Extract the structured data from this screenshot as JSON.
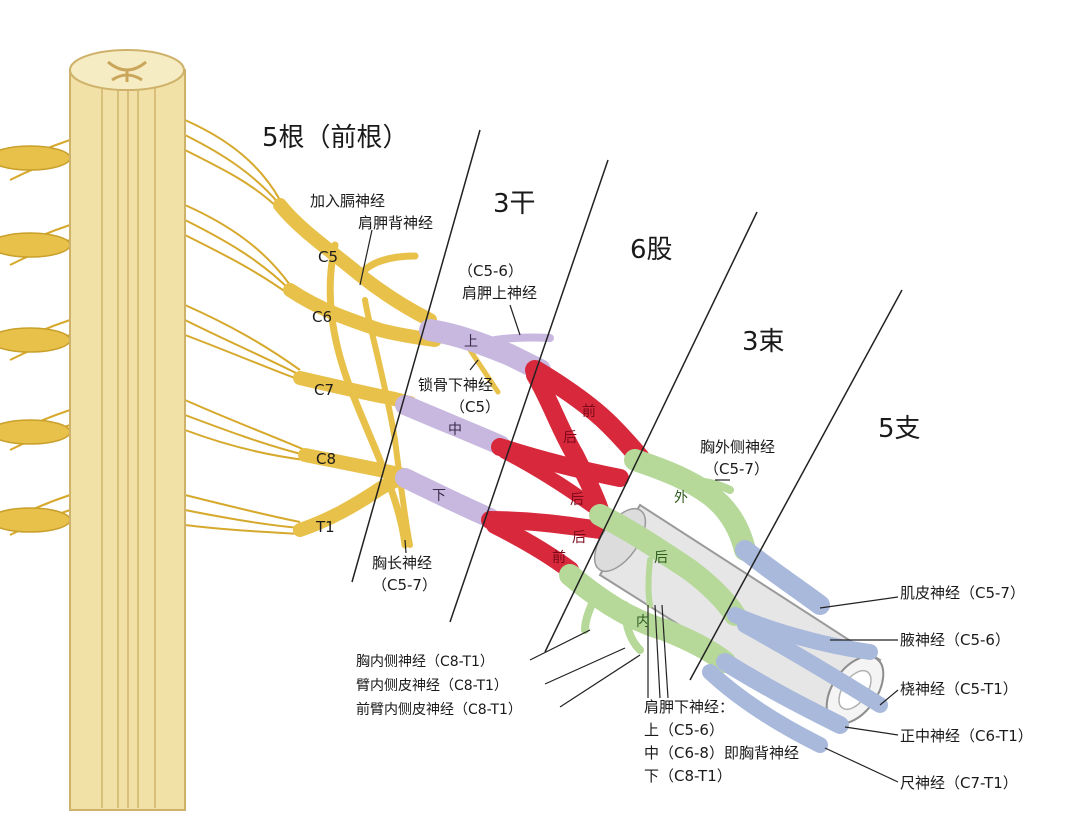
{
  "regions": {
    "roots": "5根（前根）",
    "trunks": "3干",
    "divisions": "6股",
    "cords": "3束",
    "branches": "5支"
  },
  "roots": [
    "C5",
    "C6",
    "C7",
    "C8",
    "T1"
  ],
  "trunks": {
    "upper": "上",
    "middle": "中",
    "lower": "下"
  },
  "divisions": {
    "anterior_1": "前",
    "posterior_1": "后",
    "posterior_2": "后",
    "posterior_3": "后",
    "anterior_3": "前"
  },
  "cords": {
    "lateral": "外",
    "posterior": "后",
    "medial": "内"
  },
  "labels": {
    "phrenic_join": "加入膈神经",
    "dorsal_scapular": "肩胛背神经",
    "suprascapular_seg": "（C5-6）",
    "suprascapular": "肩胛上神经",
    "subclavian": "锁骨下神经",
    "subclavian_seg": "（C5）",
    "long_thoracic": "胸长神经",
    "long_thoracic_seg": "（C5-7）",
    "lateral_pectoral": "胸外侧神经",
    "lateral_pectoral_seg": "（C5-7）",
    "medial_pectoral": "胸内侧神经（C8-T1）",
    "medial_brachial_cut": "臂内侧皮神经（C8-T1）",
    "medial_antebrachial_cut": "前臂内侧皮神经（C8-T1）",
    "subscapular_title": "肩胛下神经：",
    "subscapular_upper": "上（C5-6）",
    "subscapular_middle": "中（C6-8）即胸背神经",
    "subscapular_lower": "下（C8-T1）",
    "musculocutaneous": "肌皮神经（C5-7）",
    "axillary": "腋神经（C5-6）",
    "radial": "桡神经（C5-T1）",
    "median": "正中神经（C6-T1）",
    "ulnar": "尺神经（C7-T1）"
  },
  "colors": {
    "roots": "#e8c14a",
    "trunks": "#c8b8e0",
    "divisions": "#d8283c",
    "cords": "#b6d99a",
    "branches": "#a9b9dc",
    "spinal_cord": "#f1e1a6",
    "artery": "#dedede"
  }
}
